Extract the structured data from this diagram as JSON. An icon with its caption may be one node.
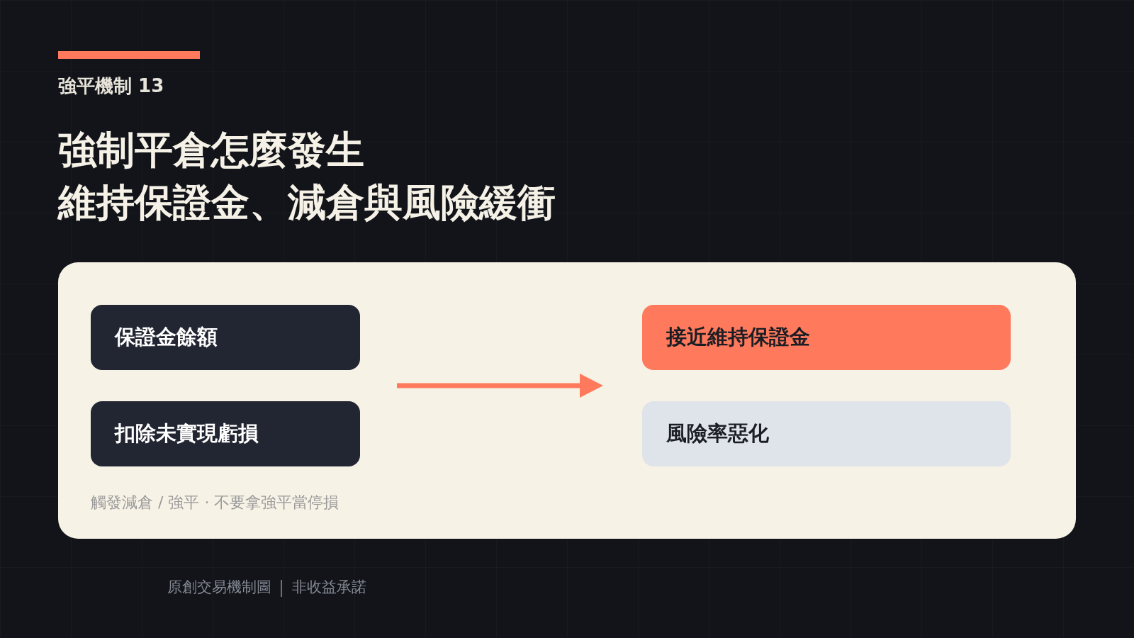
{
  "diagram": {
    "title": "強制平倉怎麼發生",
    "nodes": [
      {
        "text": [
          "保證金餘額"
        ]
      },
      {
        "text": [
          "扣除未實現虧損"
        ]
      },
      {
        "text": [
          "接近維持保證金"
        ]
      },
      {
        "text": [
          "風險率惡化"
        ]
      }
    ],
    "labels": [
      "強平機制 13",
      "維持保證金、減倉與風險緩衝",
      "觸發減倉 / 強平 · 不要拿強平當停損",
      "原創交易機制圖",
      "非收益承諾"
    ]
  }
}
